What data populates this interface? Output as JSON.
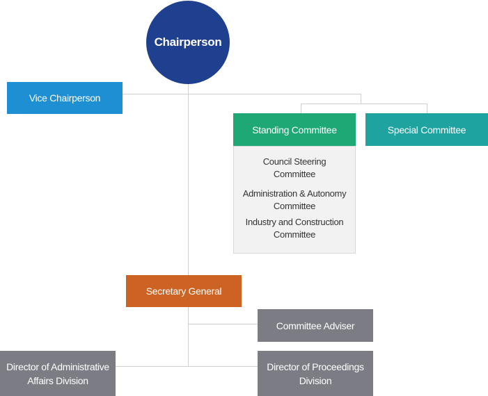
{
  "chart": {
    "chairperson": "Chairperson",
    "vice_chairperson": "Vice Chairperson",
    "standing_committee": "Standing Committee",
    "special_committee": "Special Committee",
    "standing_subcommittees": [
      "Council Steering Committee",
      "Administration & Autonomy Committee",
      "Industry and Construction Committee"
    ],
    "secretary_general": "Secretary General",
    "committee_adviser": "Committee Adviser",
    "director_admin": "Director of Administrative Affairs Division",
    "director_proceedings": "Director of Proceedings Division"
  },
  "colors": {
    "chairperson": "#1f3f8f",
    "vice_chairperson": "#1f8fd3",
    "standing_committee": "#1ea875",
    "special_committee": "#1ea3a1",
    "secretary_general": "#cd6322",
    "staff": "#7b7c84",
    "connector": "#cfcfcf"
  }
}
